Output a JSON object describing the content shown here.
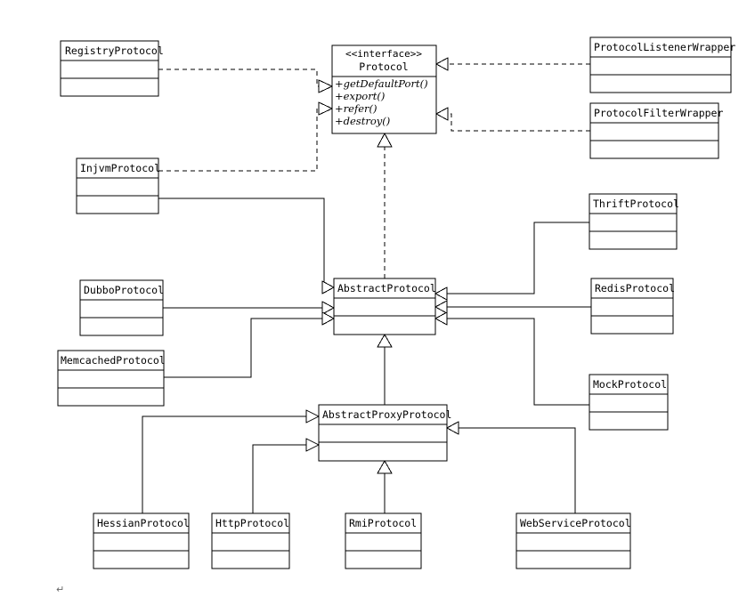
{
  "diagram": {
    "interface": {
      "stereotype": "<<interface>>",
      "name": "Protocol",
      "methods": [
        "+getDefaultPort()",
        "+export()",
        "+refer()",
        "+destroy()"
      ]
    },
    "classes": {
      "registry": "RegistryProtocol",
      "listener_wrapper": "ProtocolListenerWrapper",
      "filter_wrapper": "ProtocolFilterWrapper",
      "injvm": "InjvmProtocol",
      "thrift": "ThriftProtocol",
      "abstract": "AbstractProtocol",
      "dubbo": "DubboProtocol",
      "redis": "RedisProtocol",
      "memcached": "MemcachedProtocol",
      "mock": "MockProtocol",
      "abstract_proxy": "AbstractProxyProtocol",
      "hessian": "HessianProtocol",
      "http": "HttpProtocol",
      "rmi": "RmiProtocol",
      "webservice": "WebServiceProtocol"
    },
    "paragraph_mark": "↵"
  }
}
